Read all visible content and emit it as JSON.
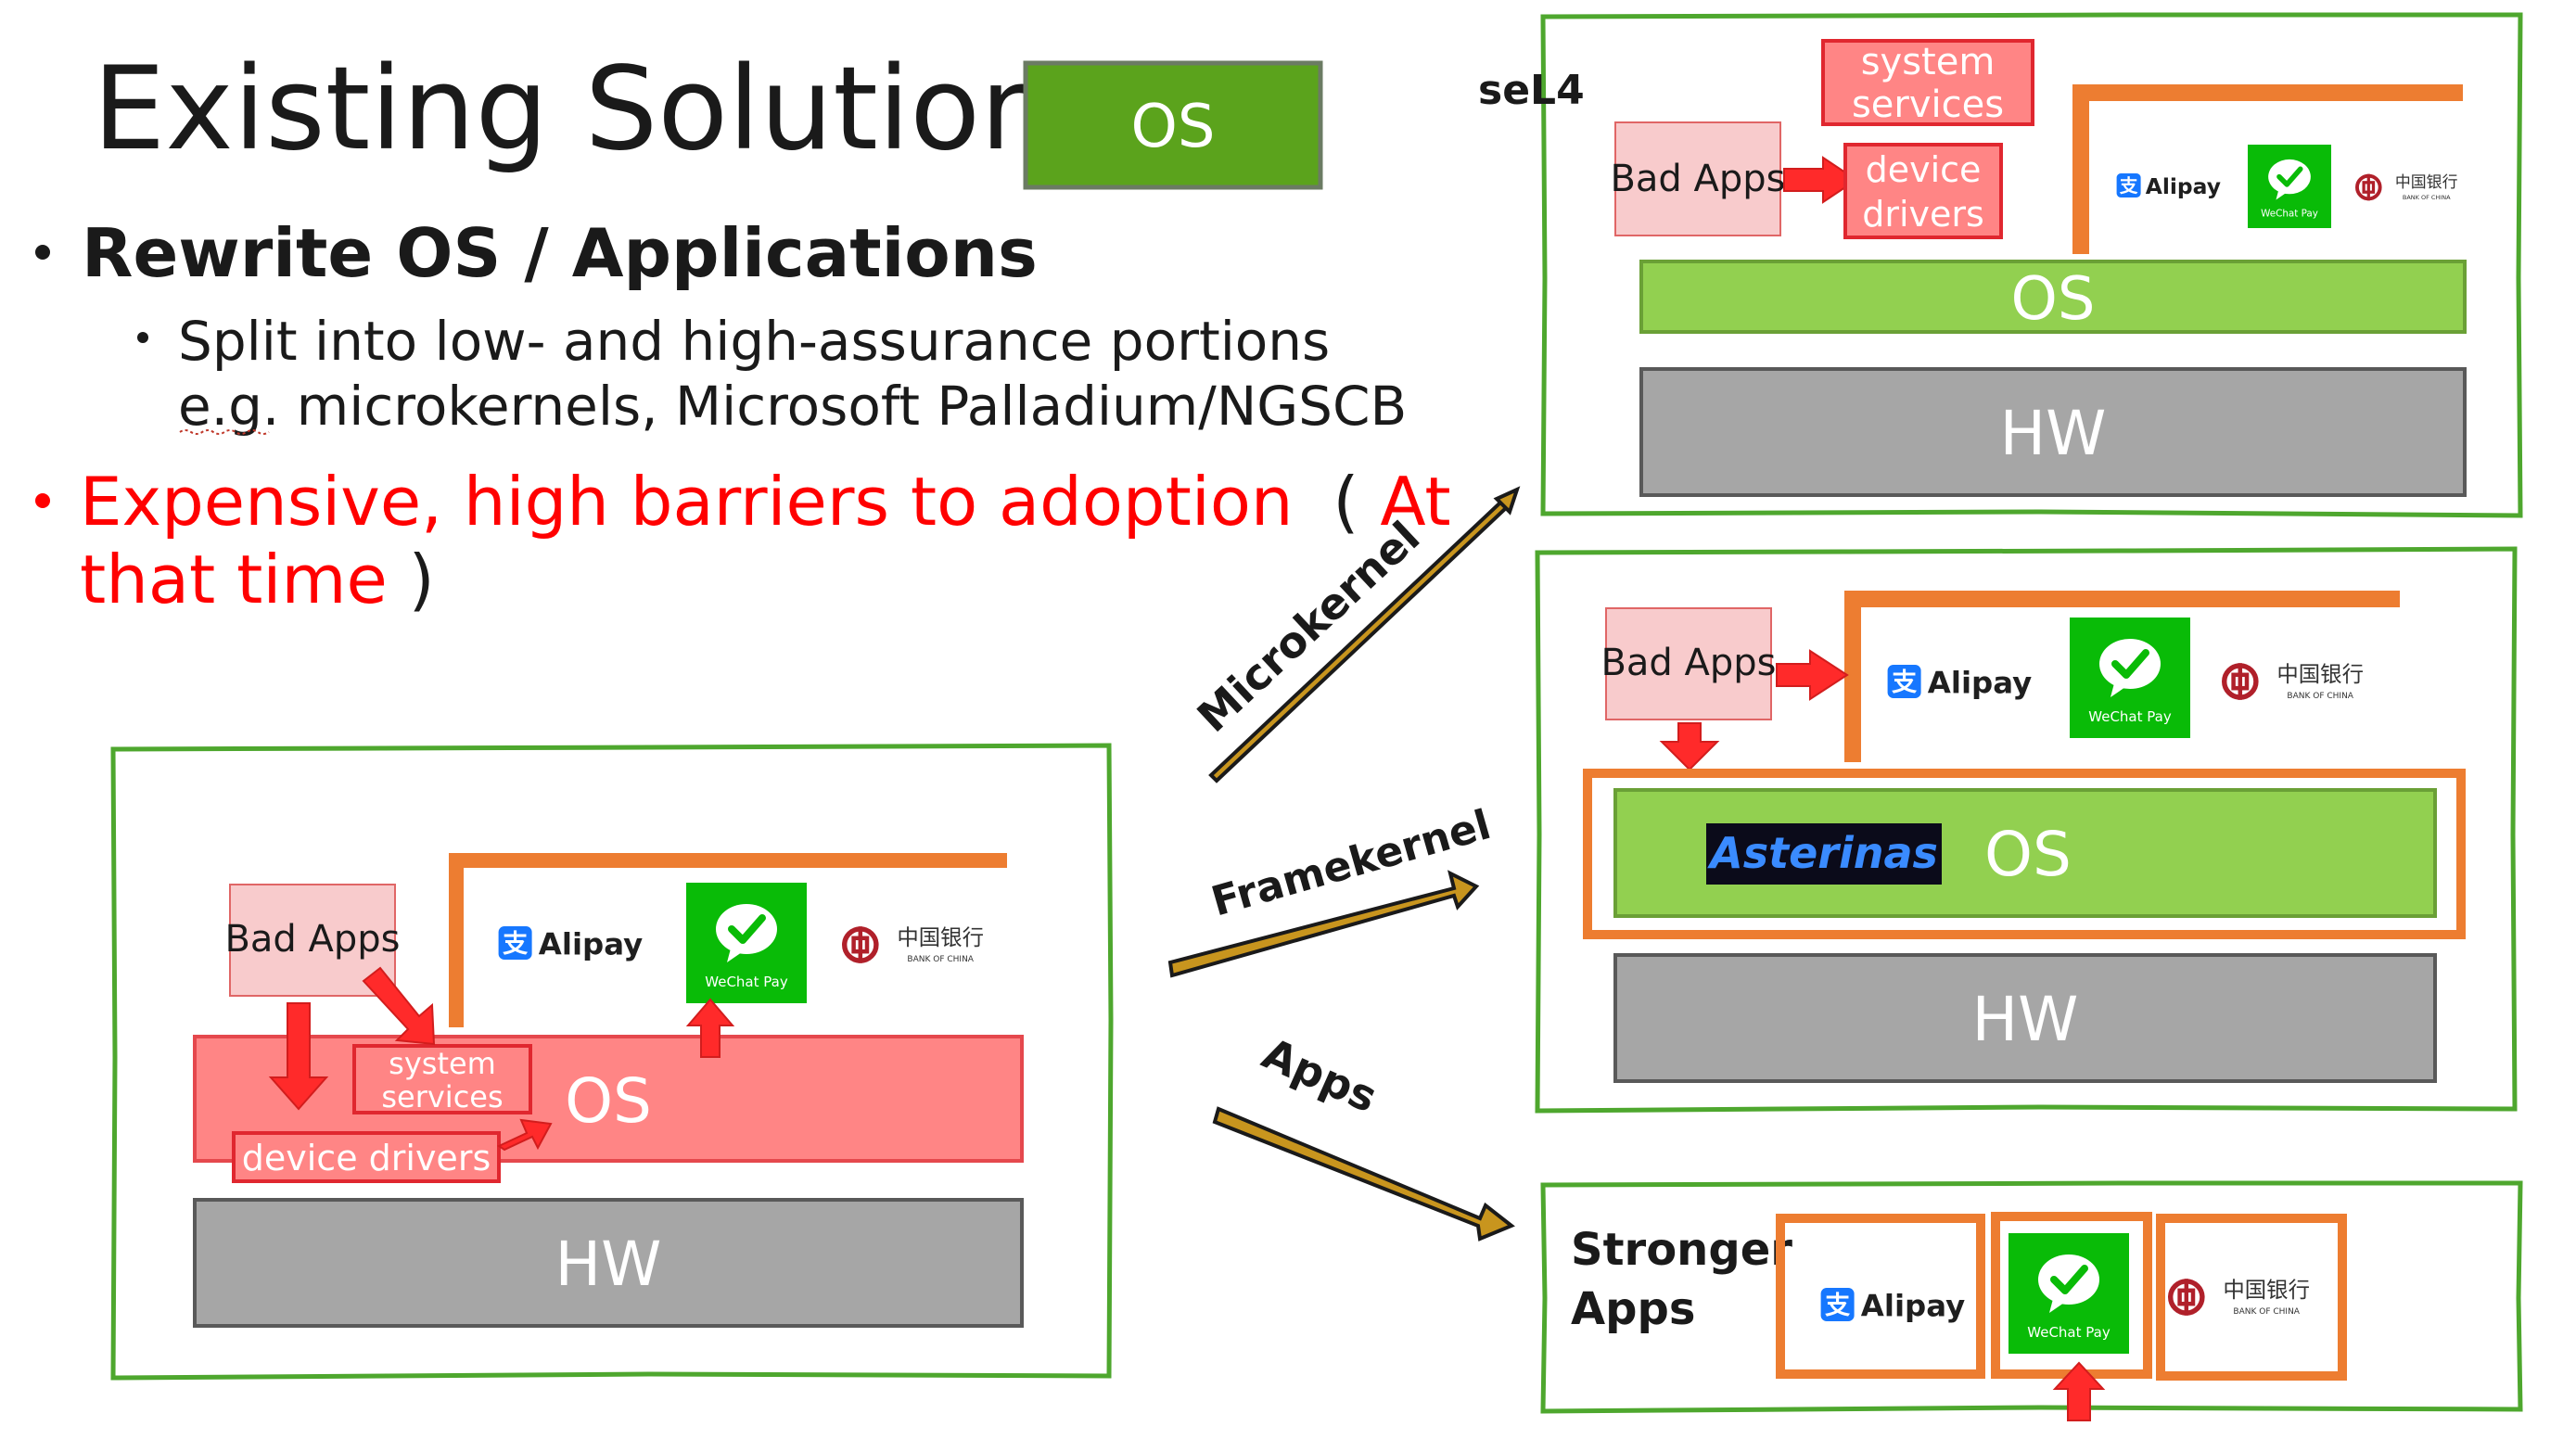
{
  "slide": {
    "title": "Existing Solution:",
    "title_os_badge": "OS",
    "bullets": {
      "rewrite": "Rewrite OS / Applications",
      "split_line1": "Split into low- and high-assurance portions",
      "split_line2": "e.g. microkernels, Microsoft Palladium/NGSCB",
      "expensive": "Expensive, high barriers to adoption",
      "paren_open": "(",
      "at": "At",
      "that_time": "that time",
      "paren_close": ")"
    }
  },
  "legacy_box": {
    "bad_apps": "Bad Apps",
    "system_services_1": "system",
    "system_services_2": "services",
    "device_drivers": "device drivers",
    "os": "OS",
    "hw": "HW"
  },
  "arrows": {
    "microkernel": "Microkernel",
    "framekernel": "Framekernel",
    "apps": "Apps"
  },
  "sel4_box": {
    "label": "seL4",
    "system_services_1": "system",
    "system_services_2": "services",
    "bad_apps": "Bad Apps",
    "device_drivers_1": "device",
    "device_drivers_2": "drivers",
    "os": "OS",
    "hw": "HW"
  },
  "framekernel_box": {
    "bad_apps": "Bad Apps",
    "asterinas_logo": "Asterinas",
    "os": "OS",
    "hw": "HW"
  },
  "stronger_apps_box": {
    "label_line1": "Stronger",
    "label_line2": "Apps"
  },
  "app_logos": {
    "alipay": "Alipay",
    "alipay_glyph": "支",
    "wechat_pay": "WeChat Pay",
    "boc_cn": "中国银行",
    "boc_en": "BANK OF CHINA"
  },
  "colors": {
    "green_frame": "#4ea72e",
    "os_green": "#92d050",
    "os_badge_green": "#5ba31c",
    "hw_gray": "#a6a6a6",
    "orange": "#ed7d31",
    "red_text": "#ff0000",
    "bad_apps_fill": "#f8cbcc",
    "os_red_fill": "#ff8585",
    "arrow_gold": "#c8951e",
    "alipay_blue": "#1677ff",
    "wechat_green": "#09bb07",
    "boc_red": "#b0202a"
  },
  "icons": [
    "up-arrow-icon",
    "down-arrow-icon",
    "right-arrow-icon",
    "diagonal-arrow-icon",
    "alipay-logo-icon",
    "wechat-pay-logo-icon",
    "bank-of-china-logo-icon",
    "asterinas-logo-icon"
  ]
}
